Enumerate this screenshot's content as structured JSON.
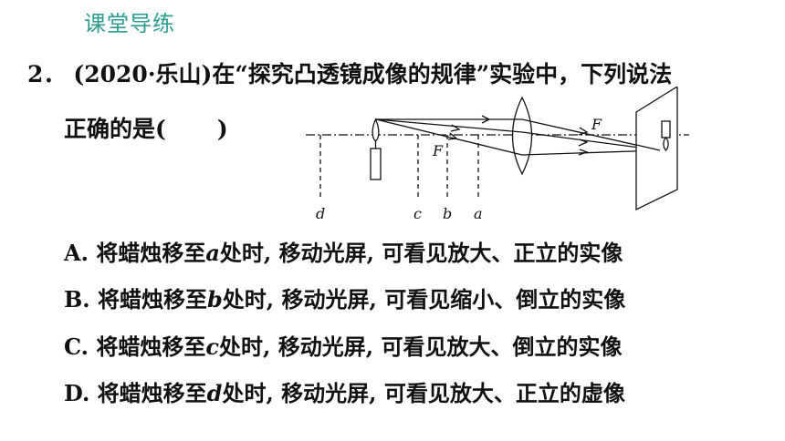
{
  "header": {
    "title": "课堂导练"
  },
  "question": {
    "number": "2．",
    "line1": "(2020·乐山)在“探究凸透镜成像的规律”实验中，下列说法",
    "line2_text": "正确的是(",
    "line2_close": ")"
  },
  "diagram": {
    "labels": {
      "d": "d",
      "c": "c",
      "b": "b",
      "a": "a",
      "f_left": "F",
      "f_right": "F"
    }
  },
  "options": [
    {
      "letter": "A.",
      "pre": "将蜡烛移至",
      "var": "a",
      "post": "处时, 移动光屏, 可看见放大、正立的实像"
    },
    {
      "letter": "B.",
      "pre": "将蜡烛移至",
      "var": "b",
      "post": "处时, 移动光屏, 可看见缩小、倒立的实像"
    },
    {
      "letter": "C.",
      "pre": "将蜡烛移至",
      "var": "c",
      "post": "处时, 移动光屏, 可看见放大、倒立的实像"
    },
    {
      "letter": "D.",
      "pre": "将蜡烛移至",
      "var": "d",
      "post": "处时, 移动光屏, 可看见放大、正立的虚像"
    }
  ],
  "colors": {
    "header": "#2f9c92",
    "text": "#111111"
  }
}
